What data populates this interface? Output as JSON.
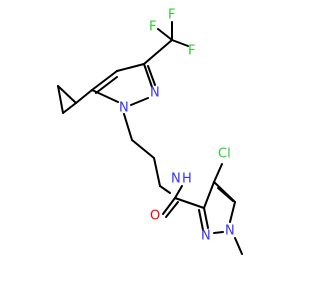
{
  "molecule": {
    "atom_labels": {
      "F1": "F",
      "F2": "F",
      "F3": "F",
      "N_pz1_a": "N",
      "N_pz1_b": "N",
      "N_amide": "N",
      "H_amide": "H",
      "O_amide": "O",
      "Cl": "Cl",
      "N_pz2_a": "N",
      "N_pz2_b": "N"
    },
    "colors": {
      "bond": "#000000",
      "nitrogen": "#3333ff",
      "oxygen": "#ff0000",
      "fluorine": "#33cc33",
      "chlorine": "#33cc33",
      "carbon": "#000000"
    }
  }
}
